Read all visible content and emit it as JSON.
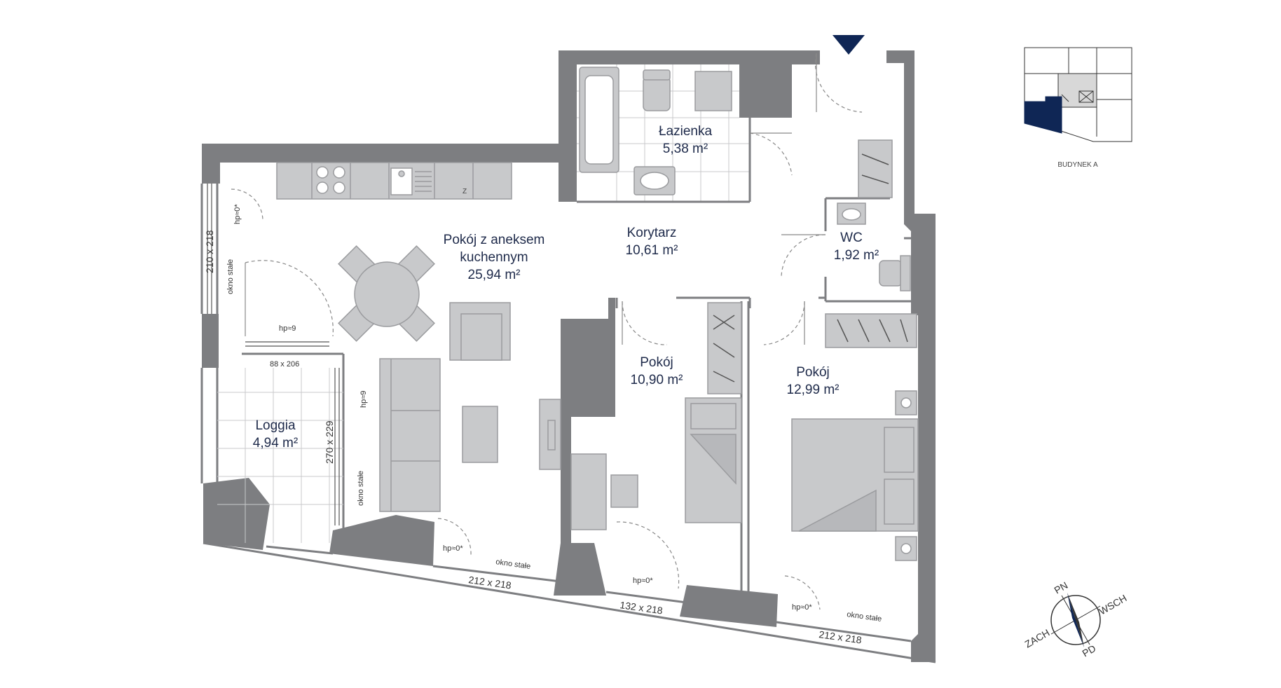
{
  "rooms": {
    "kitchen": {
      "line1": "Pokój z aneksem",
      "line2": "kuchennym",
      "area": "25,94 m²"
    },
    "bathroom": {
      "name": "Łazienka",
      "area": "5,38 m²"
    },
    "corridor": {
      "name": "Korytarz",
      "area": "10,61 m²"
    },
    "wc": {
      "name": "WC",
      "area": "1,92 m²"
    },
    "room1": {
      "name": "Pokój",
      "area": "10,90 m²"
    },
    "room2": {
      "name": "Pokój",
      "area": "12,99 m²"
    },
    "loggia": {
      "name": "Loggia",
      "area": "4,94 m²"
    }
  },
  "annotations": {
    "left_window_size": "210 x 218",
    "left_window_type": "okno stałe",
    "left_window_hp": "hp≈0*",
    "loggia_door_hp": "hp≈9",
    "loggia_door_size": "88 x 206",
    "loggia_window_size": "270 x 229",
    "loggia_window_hp": "hp≈9",
    "loggia_window_type": "okno stałe",
    "bottom1_hp": "hp≈0*",
    "bottom1_type": "okno stałe",
    "bottom1_size": "212 x 218",
    "bottom2_hp": "hp≈0*",
    "bottom2_size": "132 x 218",
    "bottom3_hp": "hp≈0*",
    "bottom3_type": "okno stałe",
    "bottom3_size": "212 x 218"
  },
  "keyplan": {
    "label": "BUDYNEK A"
  },
  "compass": {
    "n": "PN",
    "e": "WSCH",
    "s": "PD",
    "w": "ZACH"
  },
  "colors": {
    "wall": "#7d7e81",
    "furniture": "#c8c9cb",
    "accent": "#0f2655",
    "text": "#1e2a4a"
  }
}
